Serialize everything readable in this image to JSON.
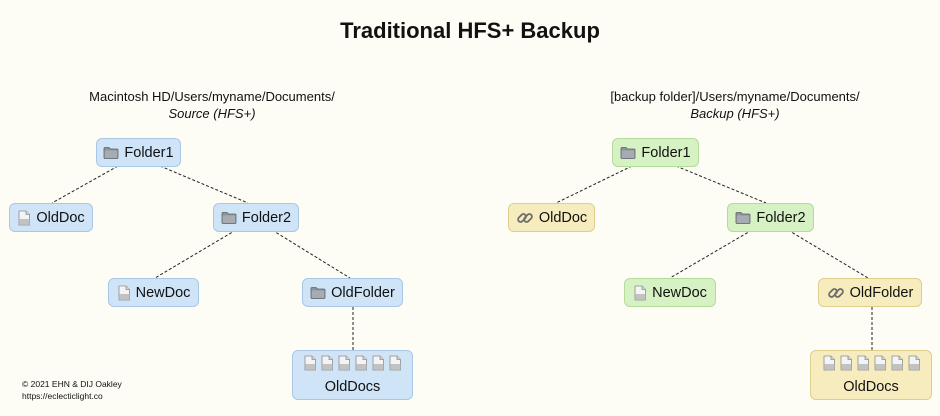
{
  "title": "Traditional HFS+ Backup",
  "left": {
    "path": "Macintosh HD/Users/myname/Documents/",
    "label": "Source (HFS+)",
    "nodes": {
      "folder1": "Folder1",
      "olddoc": "OldDoc",
      "folder2": "Folder2",
      "newdoc": "NewDoc",
      "oldfolder": "OldFolder",
      "olddocs": "OldDocs"
    }
  },
  "right": {
    "path": "[backup folder]/Users/myname/Documents/",
    "label": "Backup (HFS+)",
    "nodes": {
      "folder1": "Folder1",
      "olddoc": "OldDoc",
      "folder2": "Folder2",
      "newdoc": "NewDoc",
      "oldfolder": "OldFolder",
      "olddocs": "OldDocs"
    }
  },
  "colors": {
    "source_nodes": "#cfe4f7",
    "new_backup_nodes": "#d6f2c4",
    "hard_linked_nodes": "#f6ecbe"
  },
  "icons": {
    "folder": "folder-icon",
    "document": "document-icon",
    "hard_link": "link-icon"
  },
  "footer": {
    "copyright": "© 2021 EHN & DIJ Oakley",
    "url": "https://eclecticlight.co"
  }
}
